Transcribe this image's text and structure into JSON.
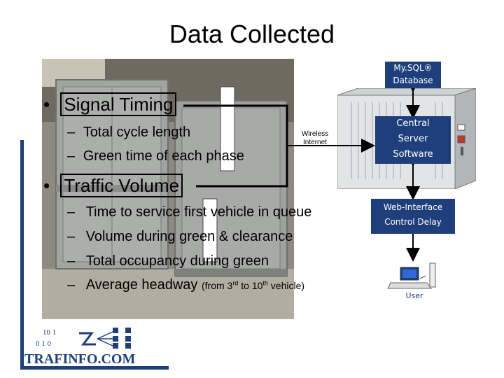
{
  "slide": {
    "title": "Data Collected"
  },
  "bullets": {
    "signal_timing": "Signal Timing",
    "signal_sub": [
      "Total cycle length",
      "Green time of each phase"
    ],
    "traffic_volume": "Traffic Volume",
    "traffic_sub": [
      "Time to service first vehicle in queue",
      "Volume during green & clearance",
      "Total occupancy during green",
      "Average headway"
    ],
    "headway_note_pre": "(from 3",
    "headway_note_sup1": "rd",
    "headway_note_mid": " to 10",
    "headway_note_sup2": "th",
    "headway_note_post": " vehicle)",
    "dash": "–",
    "dot": "•"
  },
  "diagram": {
    "mysql_label": "My.SQL® Database",
    "wireless_label_1": "Wireless",
    "wireless_label_2": "Internet",
    "central_label_1": "Central",
    "central_label_2": "Server",
    "central_label_3": "Software",
    "web_label_1": "Web-Interface",
    "web_label_2": "Control Delay",
    "user_label": "User"
  },
  "logo": {
    "binary_top": "10 1",
    "binary_bottom": "0  1  0",
    "text": "TRAFINFO.COM"
  },
  "colors": {
    "accent_blue": "#1f3f7c",
    "cabinet_gray": "#9a9c9a"
  }
}
